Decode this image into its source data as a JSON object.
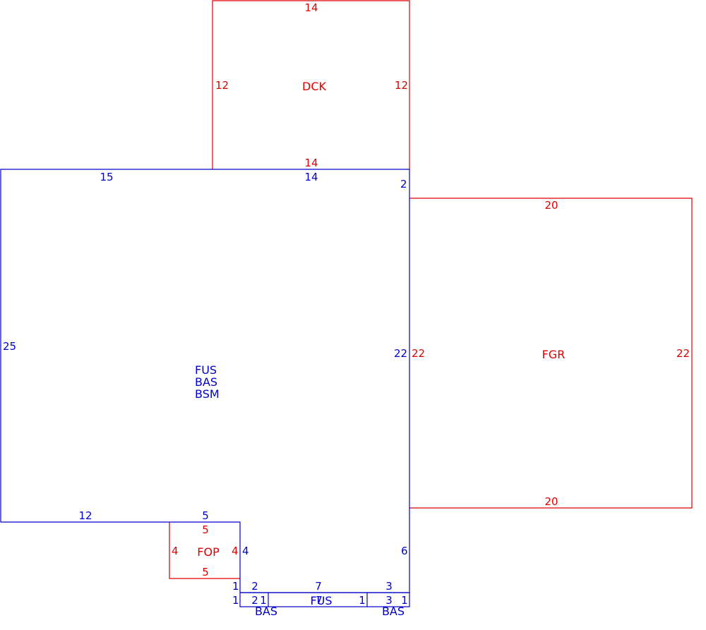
{
  "colors": {
    "primary": "#0000cc",
    "secondary": "#dd0000"
  },
  "areas": {
    "main_codes": [
      "FUS",
      "BAS",
      "BSM"
    ],
    "deck": "DCK",
    "garage": "FGR",
    "porch": "FOP",
    "bottom_center": "FUS",
    "bottom_left": "BAS",
    "bottom_right": "BAS"
  },
  "dims": {
    "main_top_left": "15",
    "main_top_right": "14",
    "main_right_top_short": "2",
    "main_left": "25",
    "main_right": "22",
    "main_bottom_left": "12",
    "main_bottom_porch": "5",
    "main_notch_vertical": "4",
    "main_right_lower": "6",
    "step_small_1": "1",
    "step_small_2": "1",
    "bottom_ext_left": "2",
    "bottom_ext_mid": "7",
    "bottom_ext_right": "3",
    "inner_left_a": "2",
    "inner_left_b": "1",
    "inner_mid": "7",
    "inner_mid_right": "1",
    "inner_right": "3",
    "inner_right_end": "1",
    "deck_top": "14",
    "deck_bottom": "14",
    "deck_left": "12",
    "deck_right": "12",
    "garage_top": "20",
    "garage_bottom": "20",
    "garage_left": "22",
    "garage_right": "22",
    "porch_top": "5",
    "porch_bottom": "5",
    "porch_left": "4",
    "porch_right": "4"
  }
}
